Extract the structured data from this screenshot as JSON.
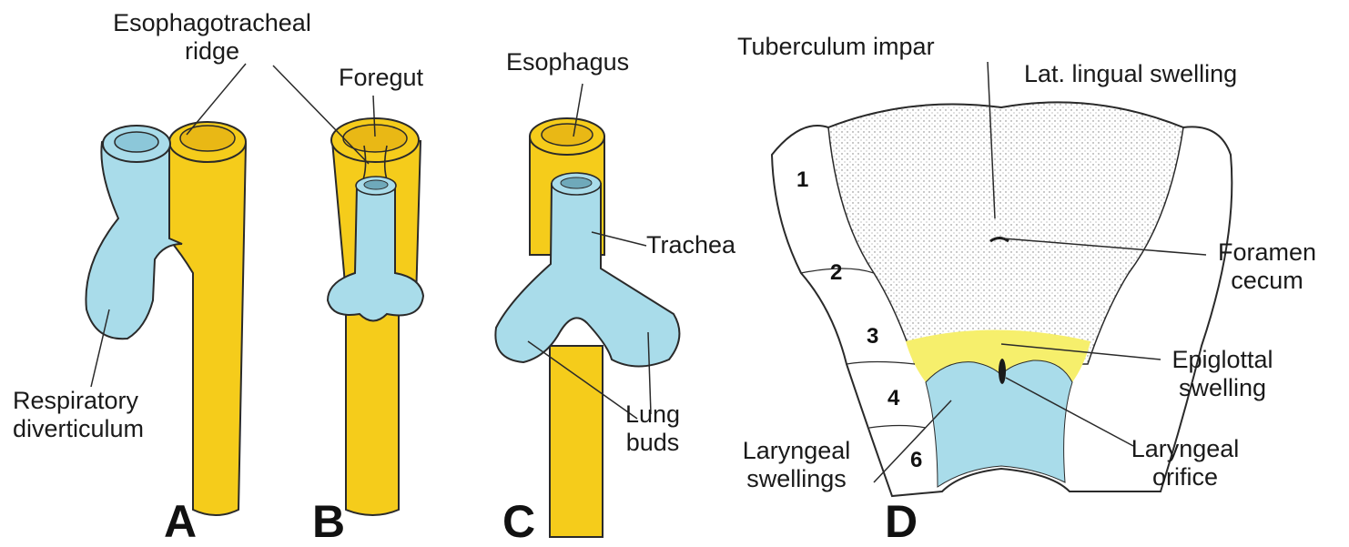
{
  "panels": {
    "a": "A",
    "b": "B",
    "c": "C",
    "d": "D"
  },
  "labels": {
    "esophagotracheal_ridge": [
      "Esophagotracheal",
      "ridge"
    ],
    "foregut": "Foregut",
    "respiratory_diverticulum": [
      "Respiratory",
      "diverticulum"
    ],
    "esophagus": "Esophagus",
    "trachea": "Trachea",
    "lung_buds": [
      "Lung",
      "buds"
    ],
    "tuberculum_impar": "Tuberculum impar",
    "lat_lingual_swelling": "Lat. lingual swelling",
    "foramen_cecum": [
      "Foramen",
      "cecum"
    ],
    "epiglottal_swelling": [
      "Epiglottal",
      "swelling"
    ],
    "laryngeal_orifice": [
      "Laryngeal",
      "orifice"
    ],
    "laryngeal_swellings": [
      "Laryngeal",
      "swellings"
    ]
  },
  "arch_numbers": [
    "1",
    "2",
    "3",
    "4",
    "6"
  ],
  "colors": {
    "esophagus": "#f5cc1b",
    "respiratory": "#a9dcea",
    "epiglottis": "#f6ef6c",
    "outline": "#2a2a2a"
  }
}
